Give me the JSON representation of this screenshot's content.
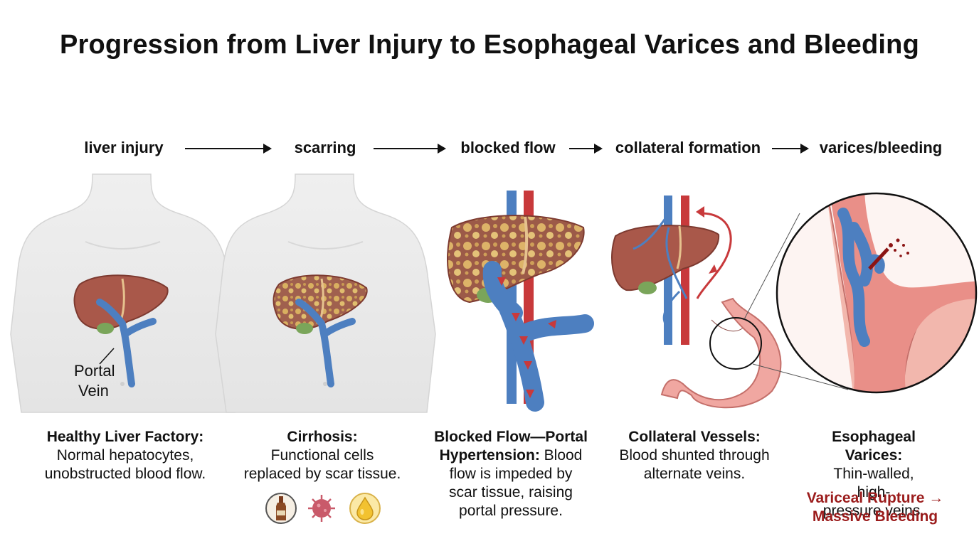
{
  "title": "Progression from Liver Injury to Esophageal Varices and Bleeding",
  "steps": [
    "liver injury",
    "scarring",
    "blocked flow",
    "collateral formation",
    "varices/bleeding"
  ],
  "labels": {
    "portal_vein_line1": "Portal",
    "portal_vein_line2": "Vein"
  },
  "captions": [
    {
      "head": "Healthy Liver Factory:",
      "body_line1": "Normal hepatocytes,",
      "body_line2": "unobstructed blood flow."
    },
    {
      "head": "Cirrhosis:",
      "body_line1": "Functional cells",
      "body_line2": "replaced by scar tissue."
    },
    {
      "head_line1": "Blocked Flow—Portal",
      "head_line2": "Hypertension:",
      "body_tail": " Blood",
      "body_line2": "flow is impeded by",
      "body_line3": "scar tissue, raising",
      "body_line4": "portal pressure."
    },
    {
      "head": "Collateral Vessels:",
      "body_line1": "Blood shunted through",
      "body_line2": "alternate veins."
    },
    {
      "head": "Esophageal Varices:",
      "body_line1": "Thin-walled, high-",
      "body_line2": "pressure veins."
    }
  ],
  "rupture": {
    "line1": "Variceal Rupture →",
    "line2": "Massive Bleeding"
  },
  "cause_icons": [
    "alcohol-bottle-icon",
    "virus-icon",
    "fat-droplet-icon"
  ],
  "colors": {
    "liver": "#a9584a",
    "vein": "#4d7fc0",
    "artery": "#c8393b",
    "rupture_text": "#9b1c1c",
    "stomach": "#f0a7a1"
  }
}
